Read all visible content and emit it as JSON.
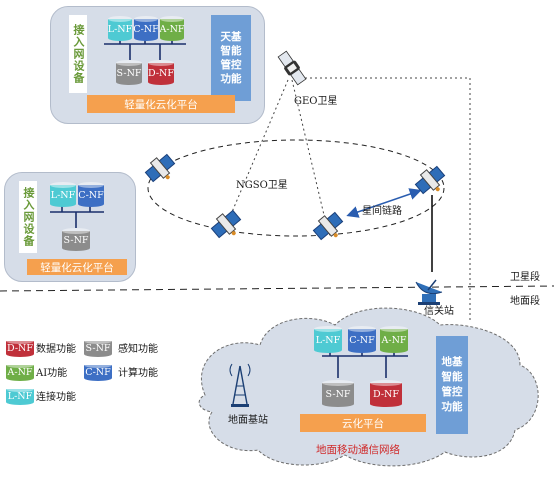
{
  "colors": {
    "cyan_nf": "#4ecad3",
    "blue_nf": "#3d6fc4",
    "green_nf": "#6fae47",
    "gray_nf": "#8c8c8c",
    "red_nf": "#c0303a",
    "platform": "#f5a04e",
    "control": "#6f9ed6",
    "panel": "#d6dde8"
  },
  "top_panel": {
    "access": "接入网设备",
    "control": "天基智能管控功能",
    "platform": "轻量化云化平台",
    "nf": [
      "L-NF",
      "C-NF",
      "A-NF",
      "S-NF",
      "D-NF"
    ]
  },
  "left_panel": {
    "access": "接入网设备",
    "platform": "轻量化云化平台",
    "nf": [
      "L-NF",
      "C-NF",
      "S-NF"
    ]
  },
  "space": {
    "geo_label": "GEO卫星",
    "ngso_label": "NGSO卫星",
    "isl_label": "星间链路",
    "gateway_label": "信关站",
    "satellite_segment": "卫星段",
    "ground_segment": "地面段"
  },
  "ground": {
    "network_label": "地面移动通信网络",
    "platform": "云化平台",
    "control": "地基智能管控功能",
    "base_station": "地面基站",
    "nf": [
      "L-NF",
      "C-NF",
      "A-NF",
      "S-NF",
      "D-NF"
    ]
  },
  "legend": [
    {
      "tag": "D-NF",
      "text": "数据功能"
    },
    {
      "tag": "S-NF",
      "text": "感知功能"
    },
    {
      "tag": "A-NF",
      "text": "AI功能"
    },
    {
      "tag": "C-NF",
      "text": "计算功能"
    },
    {
      "tag": "L-NF",
      "text": "连接功能"
    }
  ]
}
